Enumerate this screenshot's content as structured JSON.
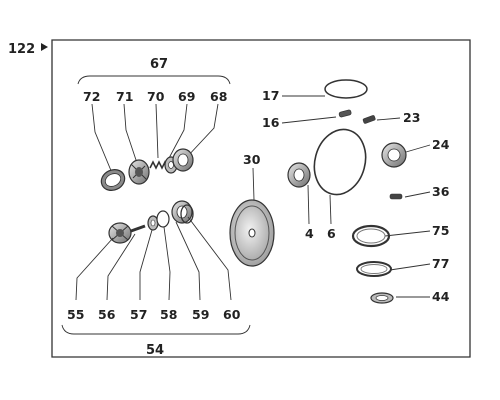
{
  "figure": {
    "ref": "122",
    "assemblies": {
      "upper_group": "67",
      "lower_group": "54"
    },
    "labels": {
      "p72": "72",
      "p71": "71",
      "p70": "70",
      "p69": "69",
      "p68": "68",
      "p55": "55",
      "p56": "56",
      "p57": "57",
      "p58": "58",
      "p59": "59",
      "p60": "60",
      "p30": "30",
      "p17": "17",
      "p16": "16",
      "p23": "23",
      "p24": "24",
      "p4": "4",
      "p6": "6",
      "p36": "36",
      "p75": "75",
      "p77": "77",
      "p44": "44"
    }
  }
}
